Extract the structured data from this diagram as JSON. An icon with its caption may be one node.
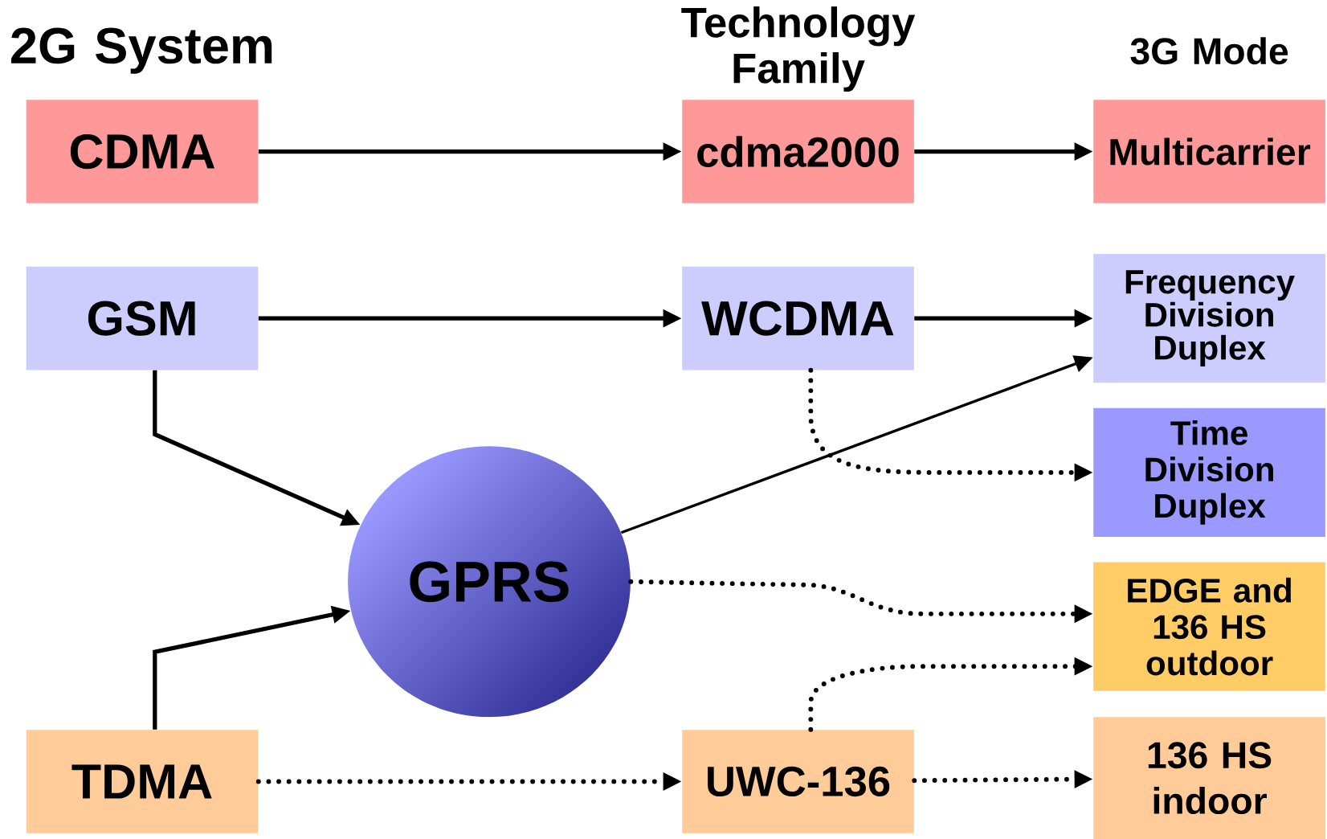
{
  "diagram": {
    "nodes": [
      {
        "text": [
          "CDMA"
        ]
      },
      {
        "text": [
          "cdma2000"
        ]
      },
      {
        "text": [
          "Multicarrier"
        ]
      },
      {
        "text": [
          "GSM"
        ]
      },
      {
        "text": [
          "WCDMA"
        ]
      },
      {
        "text": [
          "Frequency Division Duplex"
        ]
      },
      {
        "text": [
          "Time Division Duplex"
        ]
      },
      {
        "text": [
          "GPRS"
        ]
      },
      {
        "text": [
          "EDGE and 136 HS outdoor"
        ]
      },
      {
        "text": [
          "TDMA"
        ]
      },
      {
        "text": [
          "UWC-136"
        ]
      },
      {
        "text": [
          "136 HS indoor"
        ]
      }
    ],
    "edges": [
      {
        "from": 0,
        "to": 1,
        "arrow": "to"
      },
      {
        "from": 1,
        "to": 2,
        "arrow": "to"
      },
      {
        "from": 3,
        "to": 4,
        "arrow": "to"
      },
      {
        "from": 4,
        "to": 5,
        "arrow": "to"
      },
      {
        "from": 3,
        "to": 7,
        "arrow": "to"
      },
      {
        "from": 4,
        "to": 6,
        "arrow": "to",
        "style": "dashed"
      },
      {
        "from": 7,
        "to": 5,
        "arrow": "to"
      },
      {
        "from": 9,
        "to": 7,
        "arrow": "to"
      },
      {
        "from": 7,
        "to": 8,
        "arrow": "to",
        "style": "dashed"
      },
      {
        "from": 10,
        "to": 8,
        "arrow": "to",
        "style": "dashed"
      },
      {
        "from": 9,
        "to": 10,
        "arrow": "to",
        "style": "dashed"
      },
      {
        "from": 10,
        "to": 11,
        "arrow": "to",
        "style": "dashed"
      }
    ],
    "labels": [
      "2G System",
      "Technology Family",
      "3G Mode"
    ]
  }
}
